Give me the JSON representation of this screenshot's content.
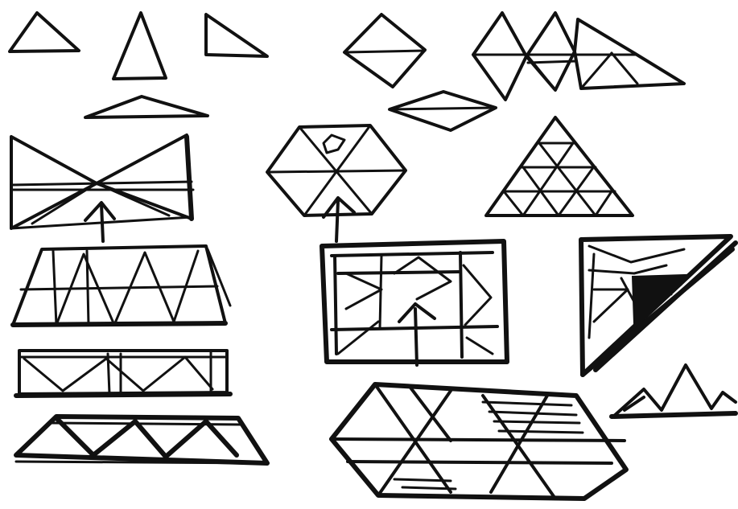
{
  "canvas": {
    "background": "#ffffff",
    "ink_color": "#111111"
  },
  "sketches": [
    "triangle",
    "triangle",
    "triangle",
    "triangle",
    "diamond",
    "diamond",
    "triangle-row",
    "bowtie",
    "hexagon",
    "triangle-grid",
    "arrow-up-icon",
    "arrow-up-icon",
    "arrow-up-icon",
    "truss",
    "truss",
    "truss",
    "framed-panel",
    "diagonal-grid",
    "mountain-peaks",
    "rhombus-grid"
  ]
}
